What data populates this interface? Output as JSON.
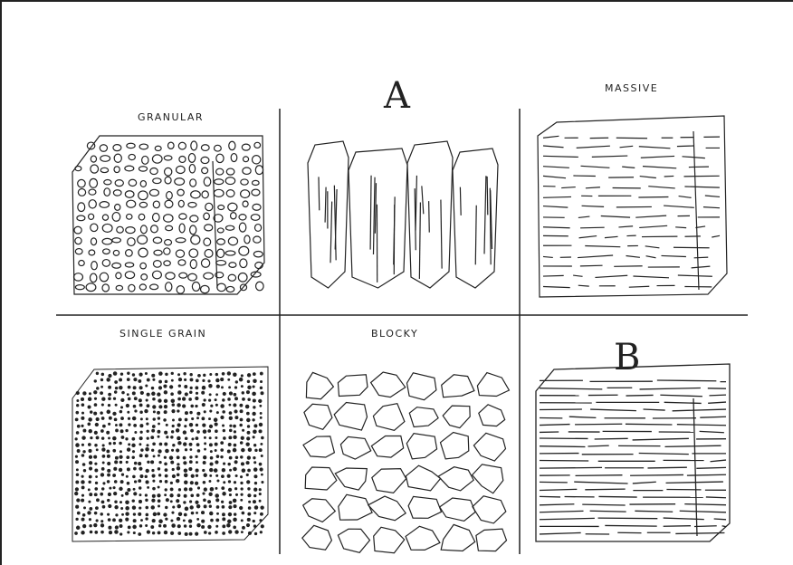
{
  "panels": {
    "granular": {
      "label": "GRANULAR"
    },
    "prismatic": {
      "label": "A"
    },
    "massive": {
      "label": "MASSIVE"
    },
    "single_grain": {
      "label": "SINGLE GRAIN"
    },
    "blocky": {
      "label": "BLOCKY"
    },
    "platy": {
      "label": "B"
    }
  },
  "colors": {
    "ink": "#222222",
    "background": "#ffffff"
  }
}
